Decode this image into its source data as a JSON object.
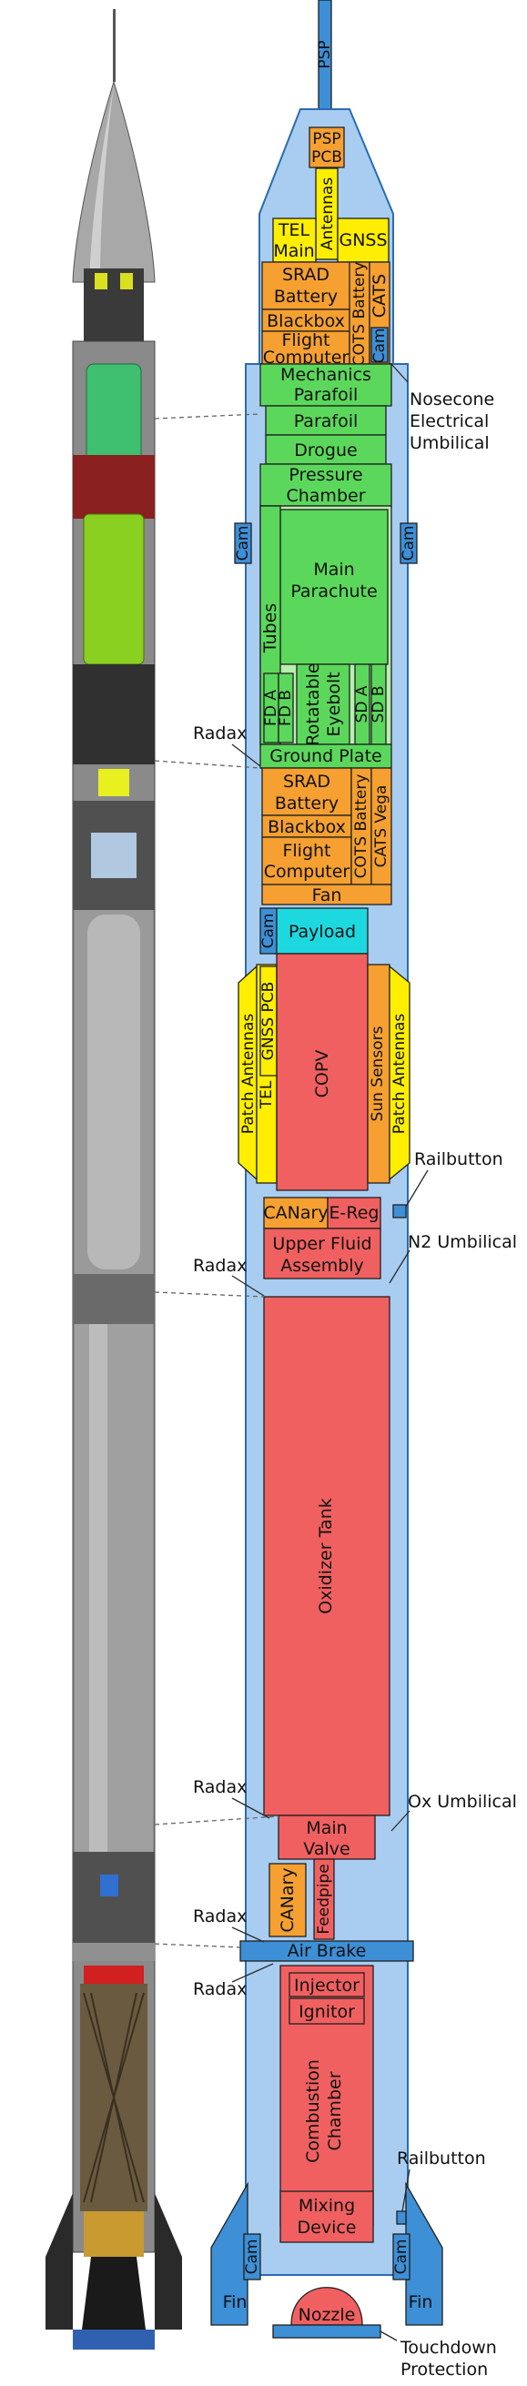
{
  "labels": {
    "psp": "PSP",
    "psp_pcb": [
      "PSP",
      "PCB"
    ],
    "antennas_top": "Antennas",
    "tel_main": [
      "TEL",
      "Main"
    ],
    "gnss": "GNSS",
    "srad_battery": [
      "SRAD",
      "Battery"
    ],
    "blackbox": "Blackbox",
    "flight_computer": [
      "Flight",
      "Computer"
    ],
    "cots_battery": "COTS Battery",
    "cats": "CATS",
    "mechanics_parafoil": [
      "Mechanics",
      "Parafoil"
    ],
    "parafoil": "Parafoil",
    "drogue": "Drogue",
    "pressure_chamber": [
      "Pressure",
      "Chamber"
    ],
    "cam": "Cam",
    "main_parachute": [
      "Main",
      "Parachute"
    ],
    "tubes": "Tubes",
    "fd_a": "FD A",
    "fd_b": "FD B",
    "rotatable_eyebolt": [
      "Rotatable",
      "Eyebolt"
    ],
    "sd_a": "SD A",
    "sd_b": "SD B",
    "ground_plate": "Ground Plate",
    "srad_battery_2": [
      "SRAD",
      "Battery"
    ],
    "blackbox_2": "Blackbox",
    "flight_computer_2": [
      "Flight",
      "Computer"
    ],
    "cots_battery_2": "COTS Battery",
    "cats_vega": "CATS Vega",
    "fan": "Fan",
    "payload": "Payload",
    "copv": "COPV",
    "patch_antennas": "Patch Antennas",
    "tel_main_rot": "TEL Main",
    "gnss_pcb": "GNSS PCB",
    "sun_sensors": "Sun Sensors",
    "canary": "CANary",
    "e_reg": "E-Reg",
    "upper_fluid_assembly": [
      "Upper Fluid",
      "Assembly"
    ],
    "oxidizer_tank": "Oxidizer Tank",
    "main_valve": [
      "Main",
      "Valve"
    ],
    "feedpipe": "Feedpipe",
    "air_brake": "Air Brake",
    "injector": "Injector",
    "ignitor": "Ignitor",
    "combustion_chamber": [
      "Combustion",
      "Chamber"
    ],
    "mixing_device": [
      "Mixing",
      "Device"
    ],
    "fin": "Fin",
    "nozzle": "Nozzle"
  },
  "callouts": {
    "nosecone_electrical_umbilical": [
      "Nosecone",
      "Electrical",
      "Umbilical"
    ],
    "radax": "Radax",
    "railbutton": "Railbutton",
    "n2_umbilical": "N2 Umbilical",
    "ox_umbilical": "Ox Umbilical",
    "touchdown_protection": [
      "Touchdown",
      "Protection"
    ]
  },
  "colors": {
    "background": "#ffffff",
    "rocket_body": "#a9cdf0",
    "structure_blue": "#3d8fd6",
    "electronics_orange": "#f5a030",
    "antenna_yellow": "#ffee00",
    "recovery_green": "#5bd85b",
    "recovery_light_green": "#b8eeb0",
    "propulsion_red": "#f06060",
    "payload_cyan": "#1ed8e0"
  }
}
